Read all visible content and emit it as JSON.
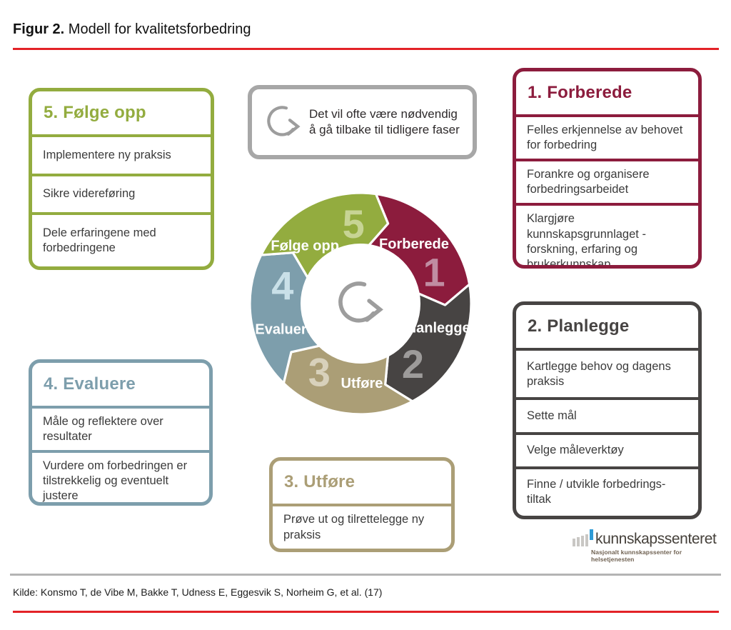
{
  "figure": {
    "label": "Figur 2.",
    "title": "Modell for kvalitetsforbedring"
  },
  "note_box": {
    "text": "Det vil ofte være nødvendig å gå tilbake til tidligere faser"
  },
  "phases": [
    {
      "id": "forberede",
      "number": "1",
      "box_title": "1. Forberede",
      "wheel_label": "Forberede",
      "color": "#8c1c3d",
      "number_tint": "#c08da2",
      "items": [
        "Felles erkjennelse av behovet for forbedring",
        "Forankre og organisere forbedringsarbeidet",
        "Klargjøre kunnskapsgrunnlaget - forskning, erfaring og brukerkunnskap"
      ]
    },
    {
      "id": "planlegge",
      "number": "2",
      "box_title": "2. Planlegge",
      "wheel_label": "Planlegge",
      "color": "#474443",
      "number_tint": "#9d9b9a",
      "items": [
        "Kartlegge behov og dagens praksis",
        "Sette mål",
        "Velge måleverktøy",
        "Finne / utvikle forbedrings-tiltak"
      ]
    },
    {
      "id": "utfore",
      "number": "3",
      "box_title": "3. Utføre",
      "wheel_label": "Utføre",
      "color": "#ab9e76",
      "number_tint": "#d8d1bb",
      "items": [
        "Prøve ut og tilrettelegge ny praksis"
      ]
    },
    {
      "id": "evaluere",
      "number": "4",
      "box_title": "4. Evaluere",
      "wheel_label": "Evaluere",
      "color": "#7d9eac",
      "number_tint": "#c9e0e8",
      "items": [
        "Måle og reflektere over resultater",
        "Vurdere om forbedringen er tilstrekkelig og eventuelt justere"
      ]
    },
    {
      "id": "folge_opp",
      "number": "5",
      "box_title": "5. Følge opp",
      "wheel_label": "Følge opp",
      "color": "#93ac3f",
      "number_tint": "#c7d494",
      "items": [
        "Implementere ny praksis",
        "Sikre videreføring",
        "Dele erfaringene med forbedringene"
      ]
    }
  ],
  "logo": {
    "name": "kunnskapssenteret",
    "tagline": "Nasjonalt kunnskapssenter for helsetjenesten"
  },
  "source": {
    "text": "Kilde: Konsmo T, de Vibe M, Bakke T, Udness E, Eggesvik S, Norheim G, et al. (17)"
  },
  "colors": {
    "rule_red": "#e32227",
    "rule_gray": "#b4b4b4",
    "note_border": "#a7a7a7",
    "arrow_gray": "#9d9d9d",
    "body_text": "#3b3b3b",
    "logo_blue": "#2e9bd6"
  }
}
